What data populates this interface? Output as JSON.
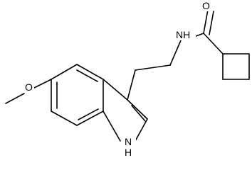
{
  "molecule": {
    "labels": {
      "oxygen_methoxy": "O",
      "oxygen_carbonyl": "O",
      "nitrogen_amide": "NH",
      "nitrogen_indole": "N",
      "indole_h": "H"
    }
  }
}
